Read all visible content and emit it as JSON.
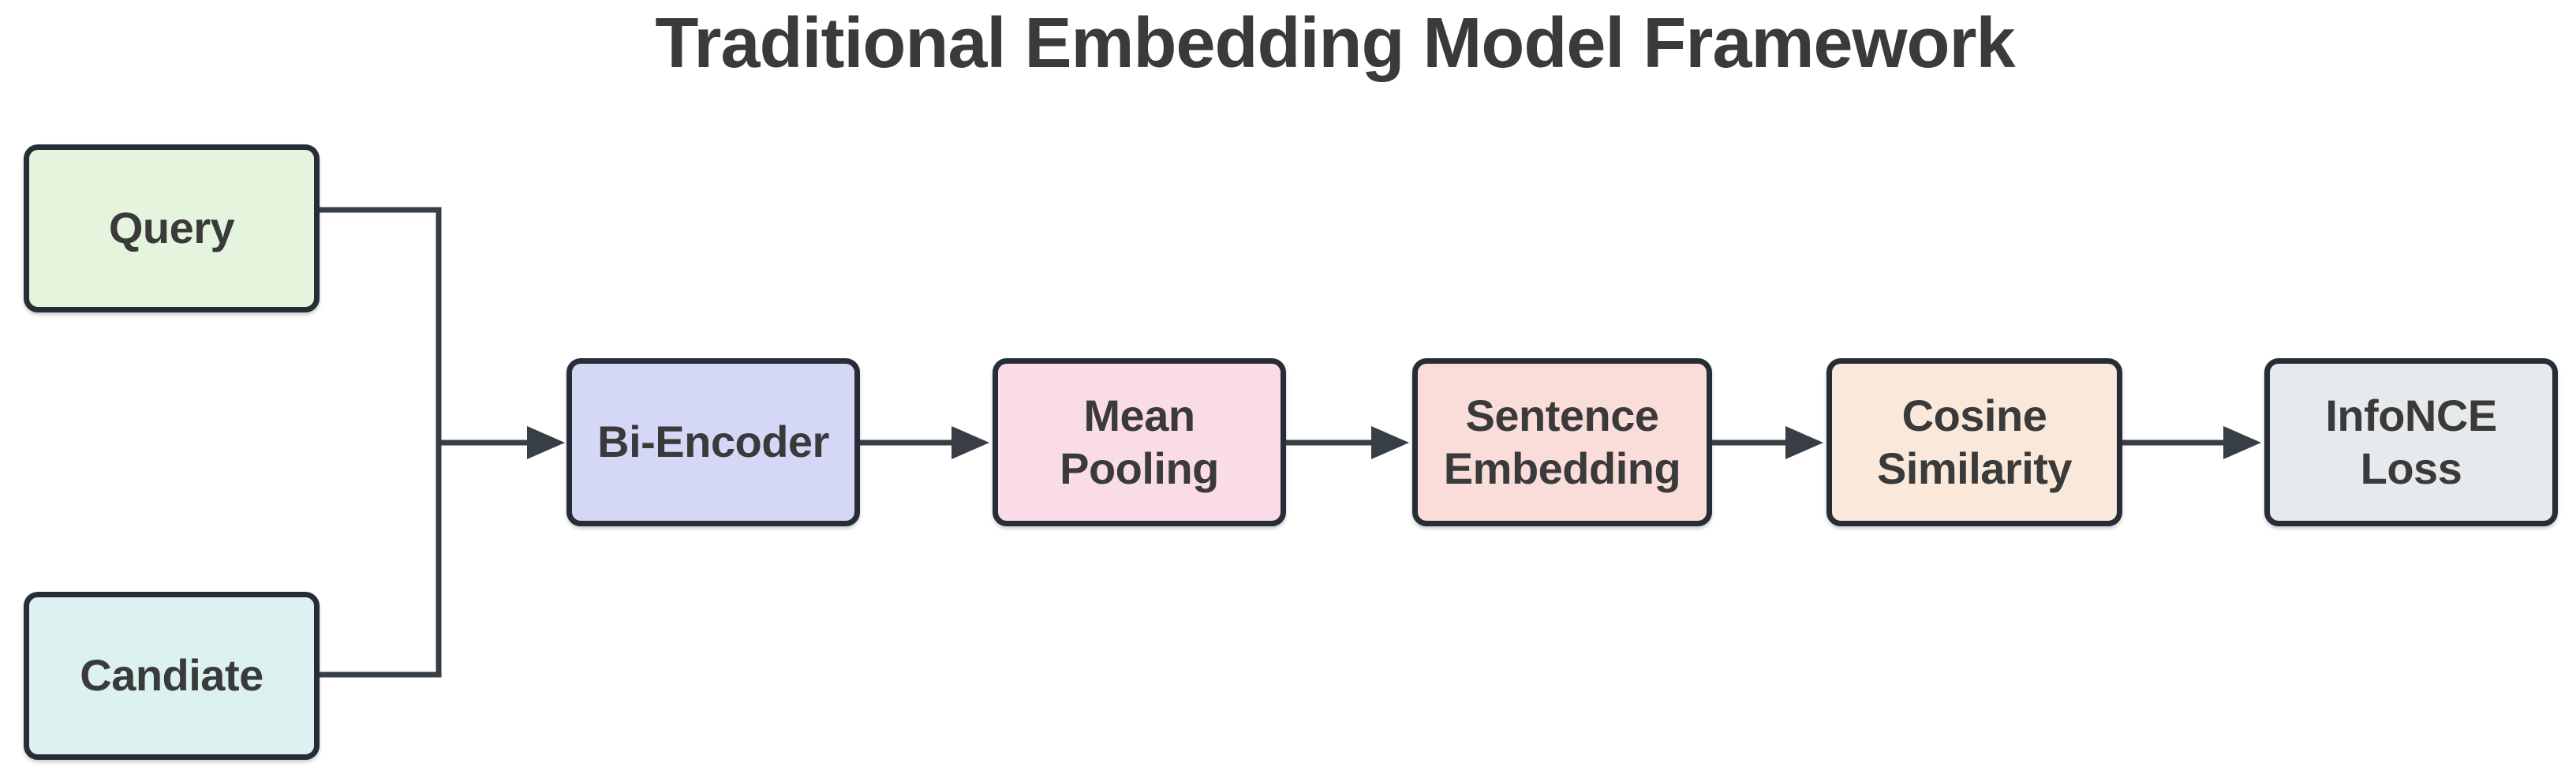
{
  "title": {
    "text": "Traditional Embedding Model Framework"
  },
  "diagram": {
    "background_color": "#FFFFFF",
    "border_color": "#272D36",
    "line_color": "#383E45",
    "text_color": "#3A3A3A",
    "nodes": [
      {
        "id": "query",
        "label": "Query",
        "fill": "#E5F4DD"
      },
      {
        "id": "candiate",
        "label": "Candiate",
        "fill": "#DBF2F1"
      },
      {
        "id": "bi-encoder",
        "label": "Bi-Encoder",
        "fill": "#D4D7F5"
      },
      {
        "id": "mean-pooling",
        "label": "Mean\nPooling",
        "fill": "#F9DCE8"
      },
      {
        "id": "sentence-embedding",
        "label": "Sentence\nEmbedding",
        "fill": "#FADCD9"
      },
      {
        "id": "cosine-similarity",
        "label": "Cosine\nSimilarity",
        "fill": "#FAE9DB"
      },
      {
        "id": "infonce-loss",
        "label": "InfoNCE\nLoss",
        "fill": "#E7EAEC"
      }
    ],
    "edges": [
      {
        "from": "query",
        "to": "bi-encoder"
      },
      {
        "from": "candiate",
        "to": "bi-encoder"
      },
      {
        "from": "bi-encoder",
        "to": "mean-pooling"
      },
      {
        "from": "mean-pooling",
        "to": "sentence-embedding"
      },
      {
        "from": "sentence-embedding",
        "to": "cosine-similarity"
      },
      {
        "from": "cosine-similarity",
        "to": "infonce-loss"
      }
    ]
  }
}
